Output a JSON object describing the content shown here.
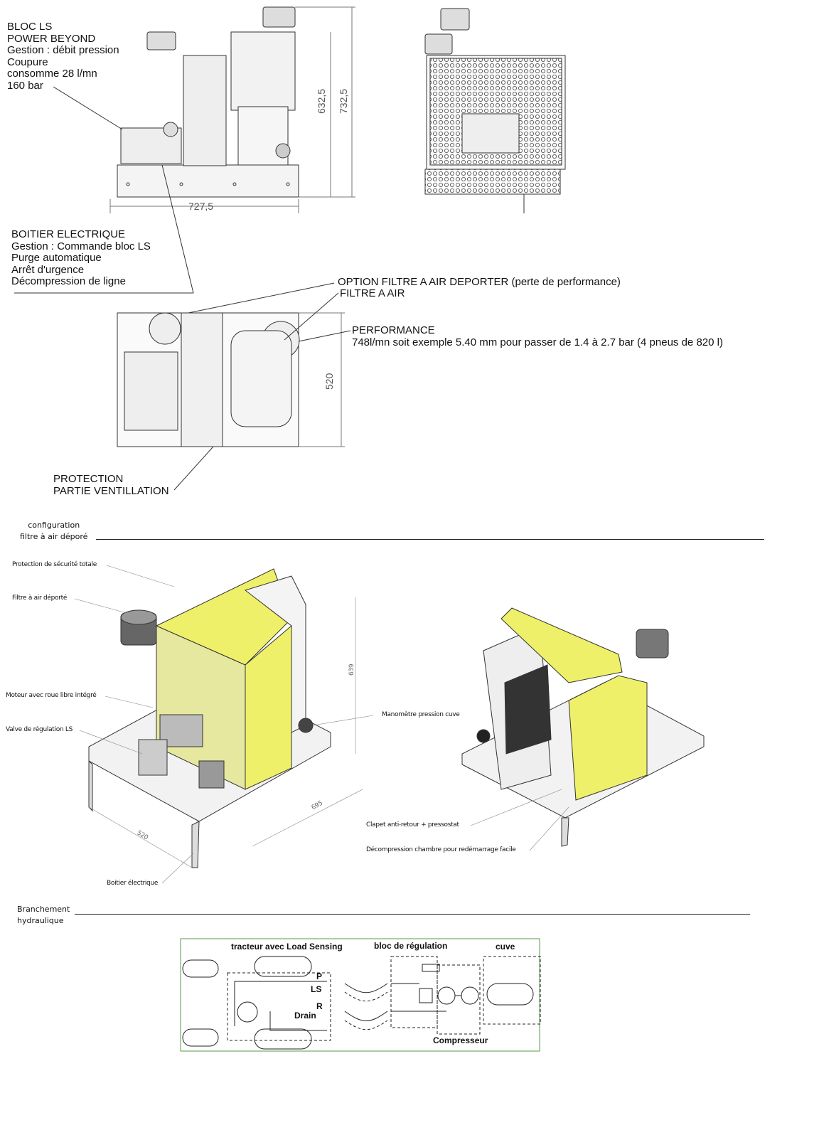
{
  "top_views": {
    "bloc_ls": [
      "BLOC LS",
      "POWER BEYOND",
      "Gestion : débit pression",
      "Coupure",
      "consomme 28 l/mn",
      "160 bar"
    ],
    "dims": {
      "height_1": "632,5",
      "height_2": "732,5",
      "length": "727,5",
      "width": "520"
    },
    "boitier": [
      "BOITIER ELECTRIQUE",
      "Gestion : Commande bloc LS",
      "Purge automatique",
      "Arrêt d'urgence",
      "Décompression de ligne"
    ],
    "option_filtre": "OPTION FILTRE A AIR DEPORTER (perte de performance)",
    "filtre": "FILTRE A AIR",
    "performance": [
      "PERFORMANCE",
      "748l/mn soit exemple 5.40 mm pour passer de 1.4 à 2.7 bar (4 pneus de 820 l)"
    ],
    "protection": [
      "PROTECTION",
      "PARTIE VENTILLATION"
    ]
  },
  "iso_section": {
    "title": [
      "configuration",
      "filtre à air déporé"
    ],
    "labels": {
      "protection": "Protection de sécurité totale",
      "filtre": "Filtre à air déporté",
      "moteur": "Moteur avec roue libre intégré",
      "valve": "Valve de régulation LS",
      "boitier": "Boitier électrique",
      "manometre": "Manomètre pression cuve",
      "clapet": "Clapet anti-retour + pressostat",
      "decompression": "Décompression chambre pour redémarrage facile"
    },
    "dims": {
      "height": "639",
      "length": "695",
      "width": "520"
    }
  },
  "hydraulic": {
    "title": [
      "Branchement",
      "hydraulique"
    ],
    "headers": {
      "tracteur": "tracteur avec Load Sensing",
      "bloc": "bloc de régulation",
      "cuve": "cuve",
      "compresseur": "Compresseur"
    },
    "ports": [
      "P",
      "LS",
      "R",
      "Drain"
    ],
    "colors": {
      "border": "#5a9a4a",
      "yellow": "#eef06a"
    }
  }
}
